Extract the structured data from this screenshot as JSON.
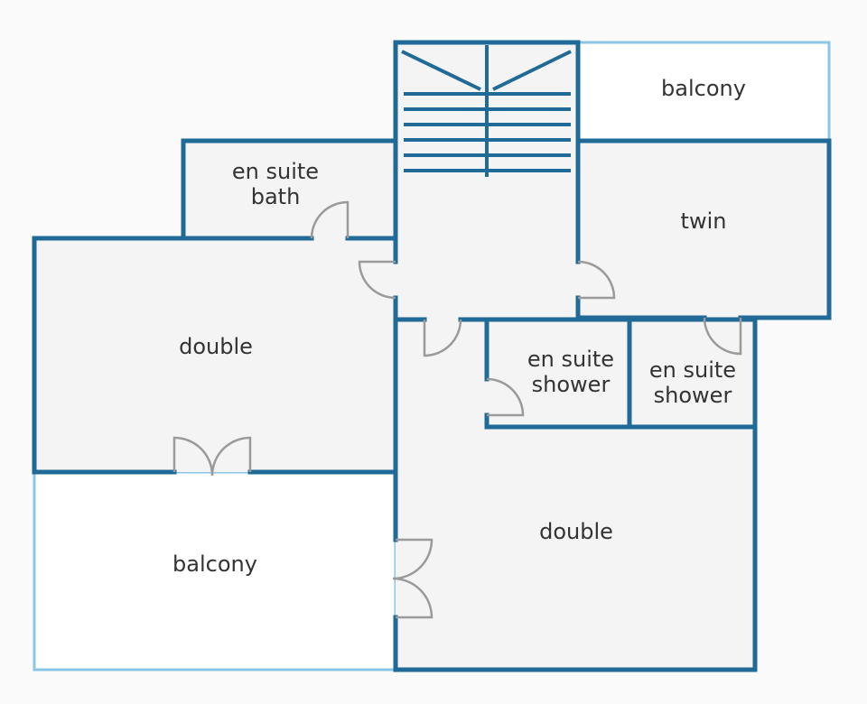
{
  "colors": {
    "wall": "#1f6a96",
    "balcony_outline": "#8cc6e6",
    "floor": "#f4f4f4",
    "page": "#fafafa",
    "door": "#9a9a9a",
    "text": "#333333"
  },
  "rooms": {
    "balcony_top": "balcony",
    "en_suite_bath": [
      "en suite",
      "bath"
    ],
    "twin": "twin",
    "double_left": "double",
    "en_suite_shower_1": [
      "en suite",
      "shower"
    ],
    "en_suite_shower_2": [
      "en suite",
      "shower"
    ],
    "double_right": "double",
    "balcony_bottom": "balcony"
  }
}
